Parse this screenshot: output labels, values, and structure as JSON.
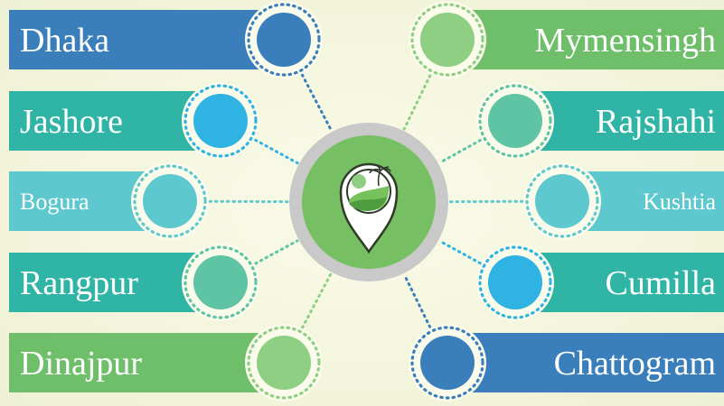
{
  "center": {
    "icon": "location-pin-landscape-icon"
  },
  "colors": {
    "dark_blue": "#3a7fbc",
    "blue": "#2fb3e3",
    "light_teal": "#5ec8cf",
    "teal": "#2fb4a6",
    "mint": "#5fc4a4",
    "green": "#6fbf6a",
    "light_green": "#8fcf83",
    "center_green": "#76bf63",
    "ring_gray": "#c9c9c9"
  },
  "left": [
    {
      "label": "Dhaka",
      "color": "dark_blue",
      "circle": "dark_blue"
    },
    {
      "label": "Jashore",
      "color": "teal",
      "circle": "blue"
    },
    {
      "label": "Bogura",
      "color": "light_teal",
      "circle": "light_teal"
    },
    {
      "label": "Rangpur",
      "color": "teal",
      "circle": "mint"
    },
    {
      "label": "Dinajpur",
      "color": "green",
      "circle": "light_green"
    }
  ],
  "right": [
    {
      "label": "Mymensingh",
      "color": "green",
      "circle": "light_green"
    },
    {
      "label": "Rajshahi",
      "color": "teal",
      "circle": "mint"
    },
    {
      "label": "Kushtia",
      "color": "light_teal",
      "circle": "light_teal"
    },
    {
      "label": "Cumilla",
      "color": "teal",
      "circle": "blue"
    },
    {
      "label": "Chattogram",
      "color": "dark_blue",
      "circle": "dark_blue"
    }
  ]
}
